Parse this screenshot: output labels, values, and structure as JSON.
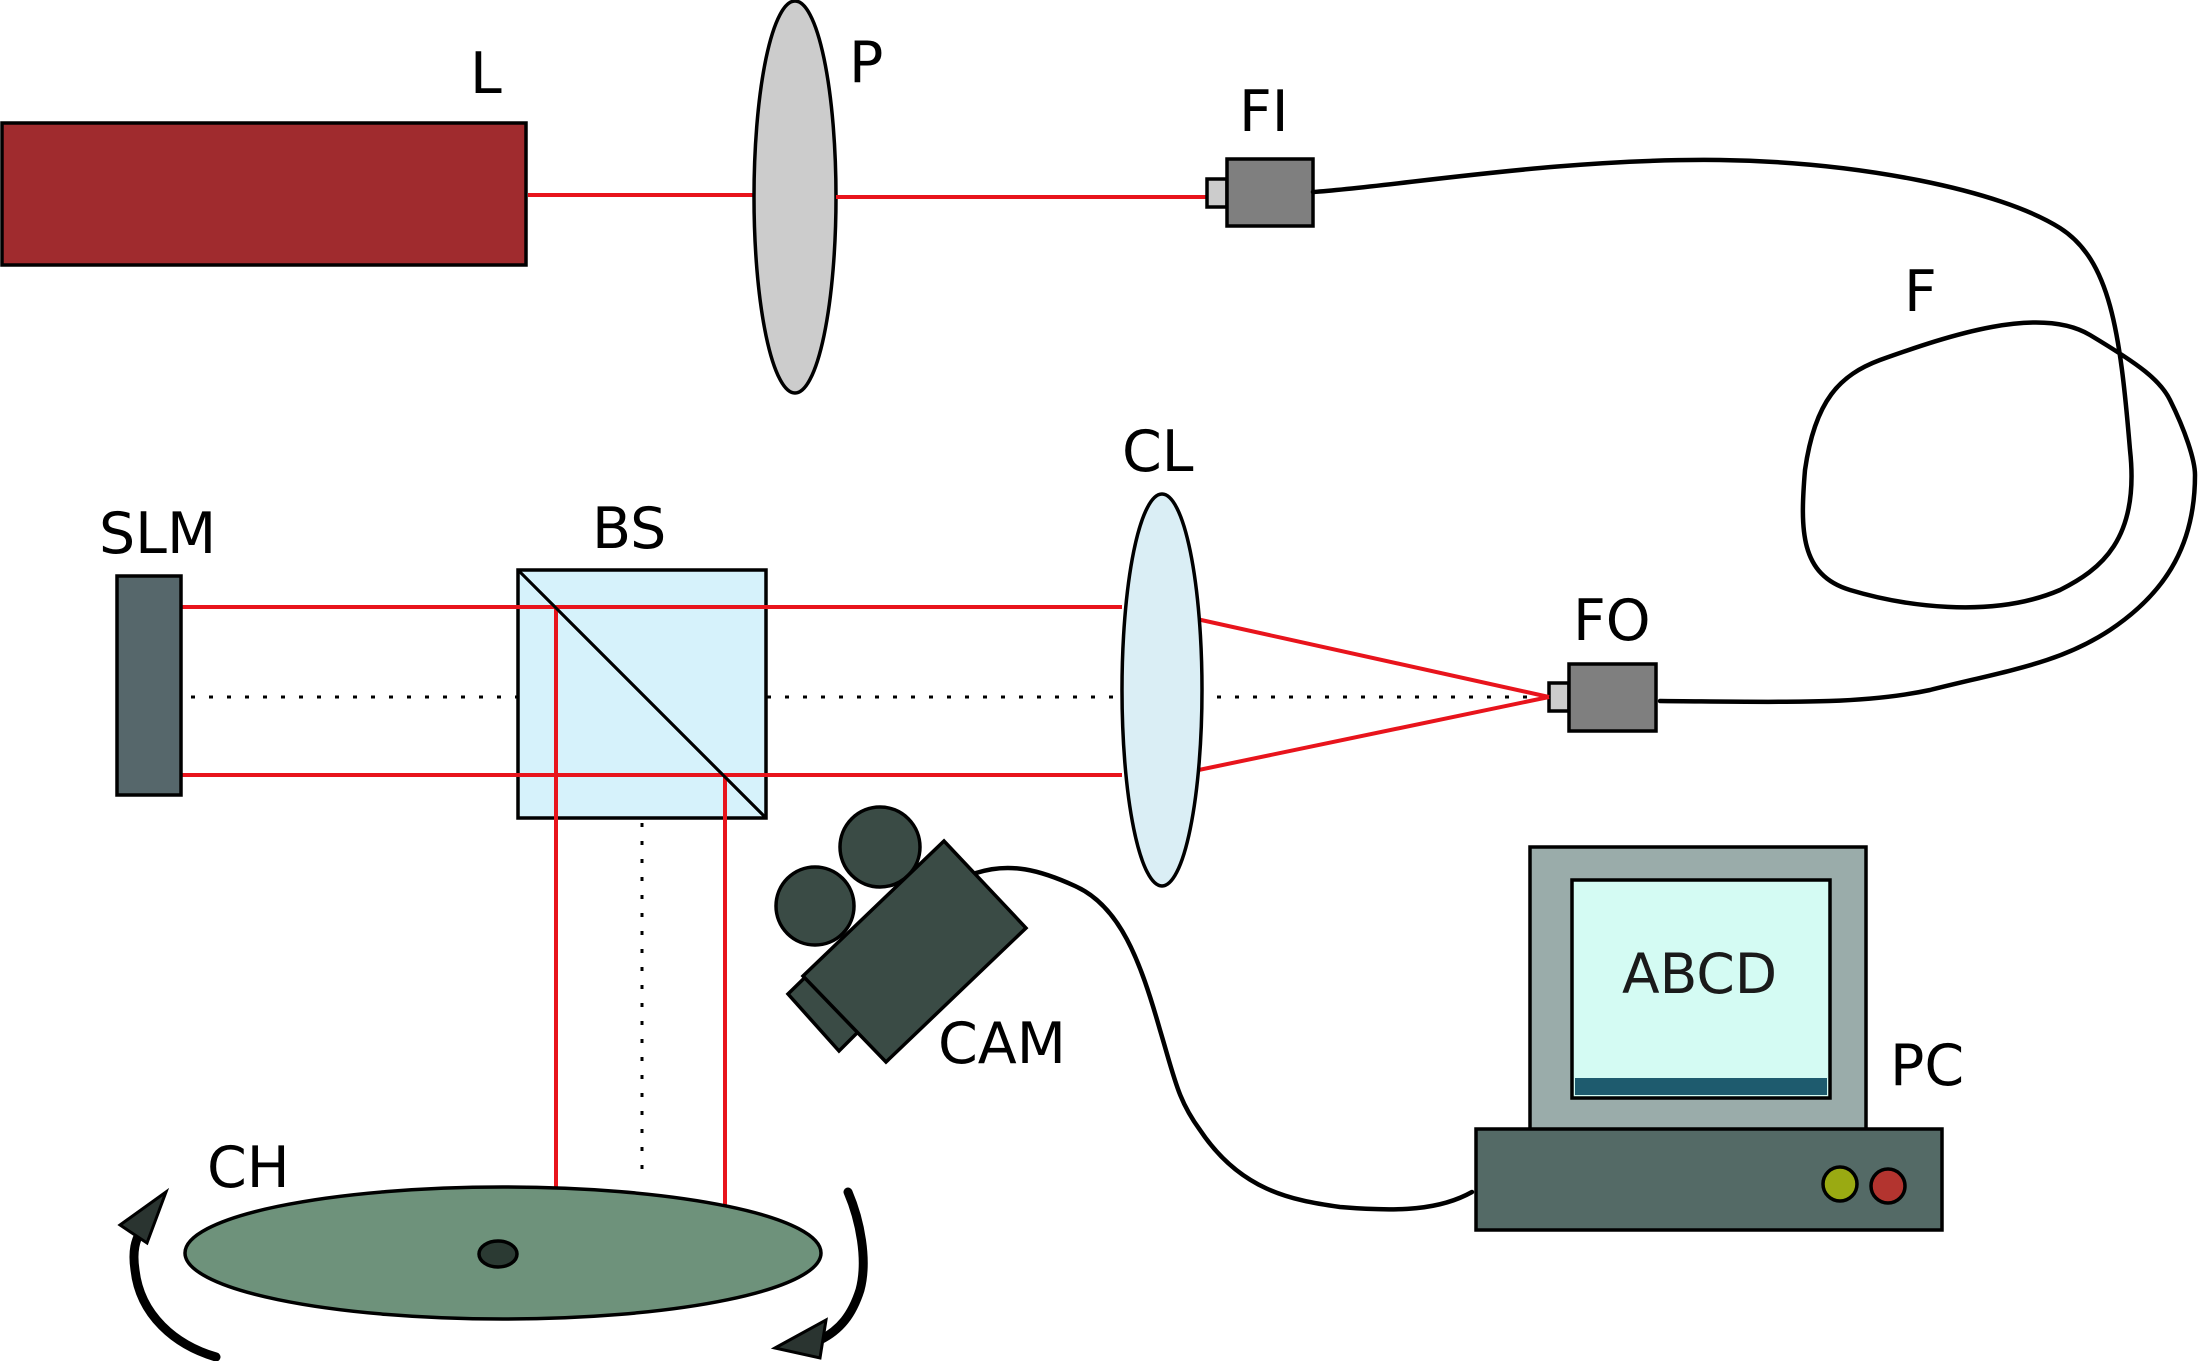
{
  "labels": {
    "laser": "L",
    "polarizer": "P",
    "fiber_input": "FI",
    "fiber": "F",
    "collimating_lens": "CL",
    "fiber_output": "FO",
    "slm": "SLM",
    "beam_splitter": "BS",
    "camera": "CAM",
    "computer": "PC",
    "chamber": "CH"
  },
  "screen_text": "ABCD",
  "colors": {
    "laser_body": "#a02b2e",
    "beam": "#e8141c",
    "polarizer": "#cccccc",
    "fiber_coupler": "#7f7f7f",
    "slm": "#56676b",
    "beam_splitter": "#d6f2fb",
    "lens": "#daeef5",
    "camera": "#3a4b45",
    "pc_case": "#546a66",
    "monitor_frame": "#9aacaa",
    "monitor_screen": "#d4fbf3",
    "taskbar": "#1e5b6e",
    "chamber": "#6e927b",
    "led_green": "#9aaa12",
    "led_red": "#b3342f"
  }
}
